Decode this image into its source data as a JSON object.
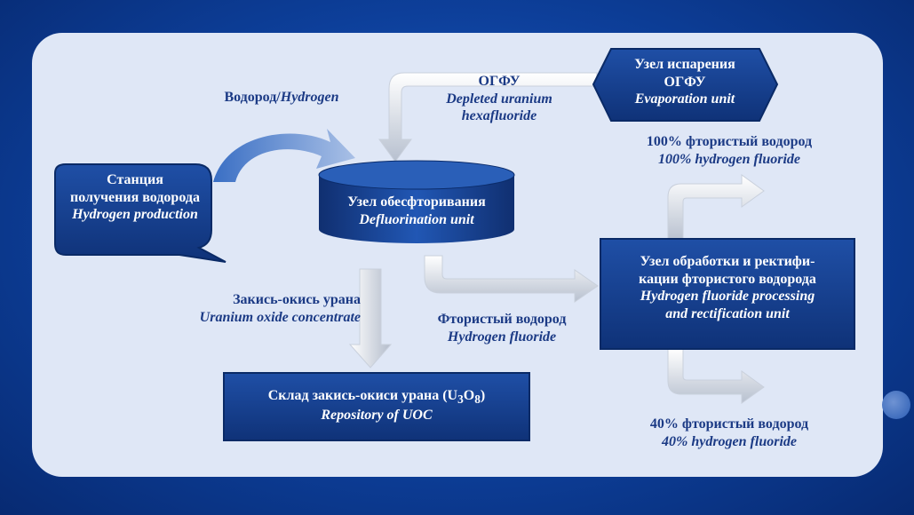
{
  "diagram": {
    "nodes": {
      "hydrogen_station": {
        "ru_line1": "Станция",
        "ru_line2": "получения водорода",
        "en": "Hydrogen production"
      },
      "defluorination_unit": {
        "ru": "Узел обесфторивания",
        "en": "Defluorination unit"
      },
      "evaporation_unit": {
        "ru_line1": "Узел испарения",
        "ru_line2": "ОГФУ",
        "en": "Evaporation unit"
      },
      "hf_processing_unit": {
        "ru_line1": "Узел обработки и ректифи-",
        "ru_line2": "кации фтористого водорода",
        "en_line1": "Hydrogen fluoride processing",
        "en_line2": "and rectification unit"
      },
      "uoc_repository": {
        "ru_prefix": "Склад закись-окиси урана (U",
        "sub1": "3",
        "mid": "O",
        "sub2": "8",
        "suffix": ")",
        "en": "Repository of  UOC"
      }
    },
    "labels": {
      "hydrogen": {
        "ru": "Водород/",
        "en": "Hydrogen"
      },
      "ogfu": {
        "ru": "ОГФУ",
        "en_line1": "Depleted uranium",
        "en_line2": "hexafluoride"
      },
      "uranium_oxide": {
        "ru": "Закись-окись урана",
        "en": "Uranium oxide concentrate"
      },
      "hf": {
        "ru": "Фтористый водород",
        "en": "Hydrogen fluoride"
      },
      "hf_100": {
        "ru": "100% фтористый водород",
        "en": "100% hydrogen fluoride"
      },
      "hf_40": {
        "ru": "40% фтористый водород",
        "en": "40% hydrogen fluoride"
      }
    }
  },
  "colors": {
    "background": "#0d3f9a",
    "panel": "#dfe7f6",
    "node_fill": "#163f8e",
    "label_text": "#1b3a85",
    "arrow_fill": "#e6eaf1"
  }
}
